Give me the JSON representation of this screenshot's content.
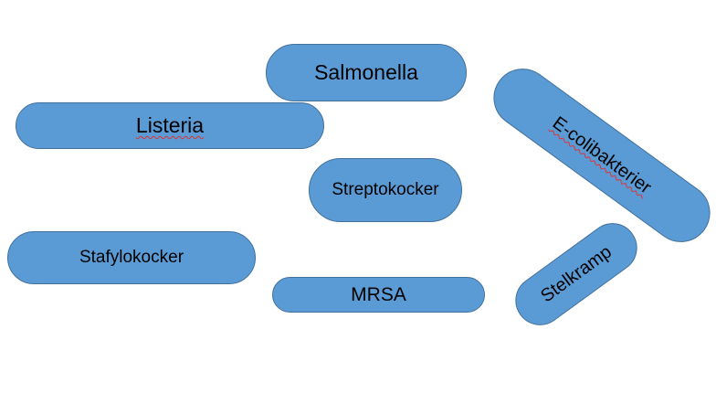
{
  "bacteria": {
    "salmonella": "Salmonella",
    "listeria": "Listeria",
    "ecoli": "E-colibakterier",
    "streptokocker": "Streptokocker",
    "stafylokocker": "Stafylokocker",
    "mrsa": "MRSA",
    "stelkramp": "Stelkramp"
  },
  "colors": {
    "fill": "#5b9bd5",
    "border": "#41719c",
    "spellcheck_underline": "#e03030"
  }
}
